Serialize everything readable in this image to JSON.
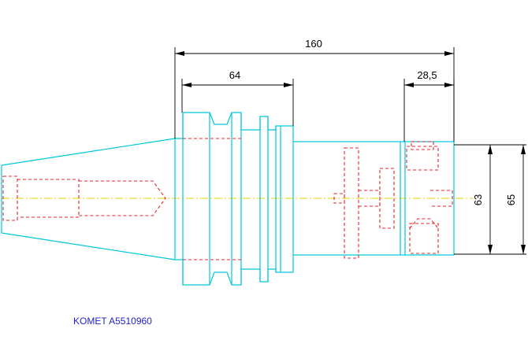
{
  "dimensions": {
    "overall_length": "160",
    "flange_length": "64",
    "bore_depth": "28,5",
    "diameter_inner": "63",
    "diameter_outer": "65"
  },
  "caption": "KOMET A5510960",
  "colors": {
    "outline": "#00c8dc",
    "hidden_lines": "#e8262c",
    "center_line": "#e8d000",
    "dimension_lines": "#000000",
    "caption_text": "#2222cc"
  }
}
